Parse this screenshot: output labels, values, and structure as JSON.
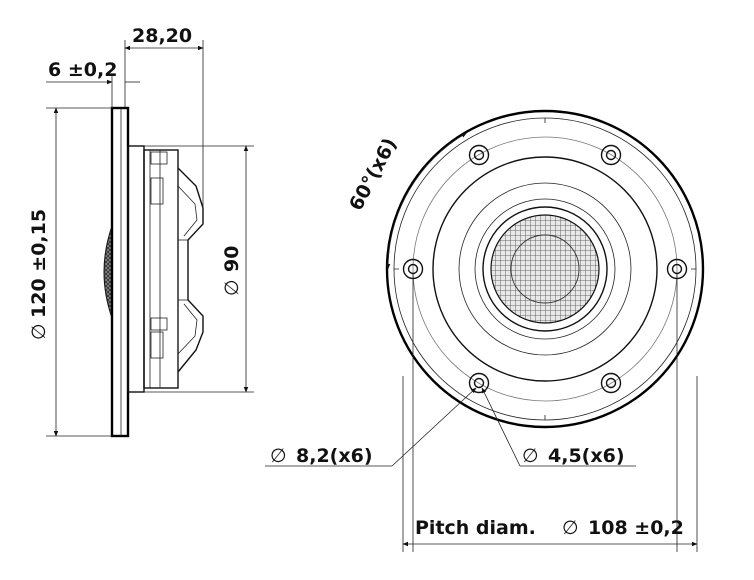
{
  "labels": {
    "dim_depth": "28,20",
    "dim_flange": "6 ±0,2",
    "dim_outer": "120 ±0,15",
    "dim_body": "90",
    "dim_angle": "60°(x6)",
    "dim_mount_hole": "8,2(x6)",
    "dim_screw": "4,5(x6)",
    "pitch_prefix": "Pitch diam.",
    "pitch_value": "108 ±0,2"
  },
  "symbols": {
    "diameter": "∅"
  },
  "colors": {
    "line": "#111111",
    "mesh": "#555555",
    "background": "#ffffff"
  }
}
